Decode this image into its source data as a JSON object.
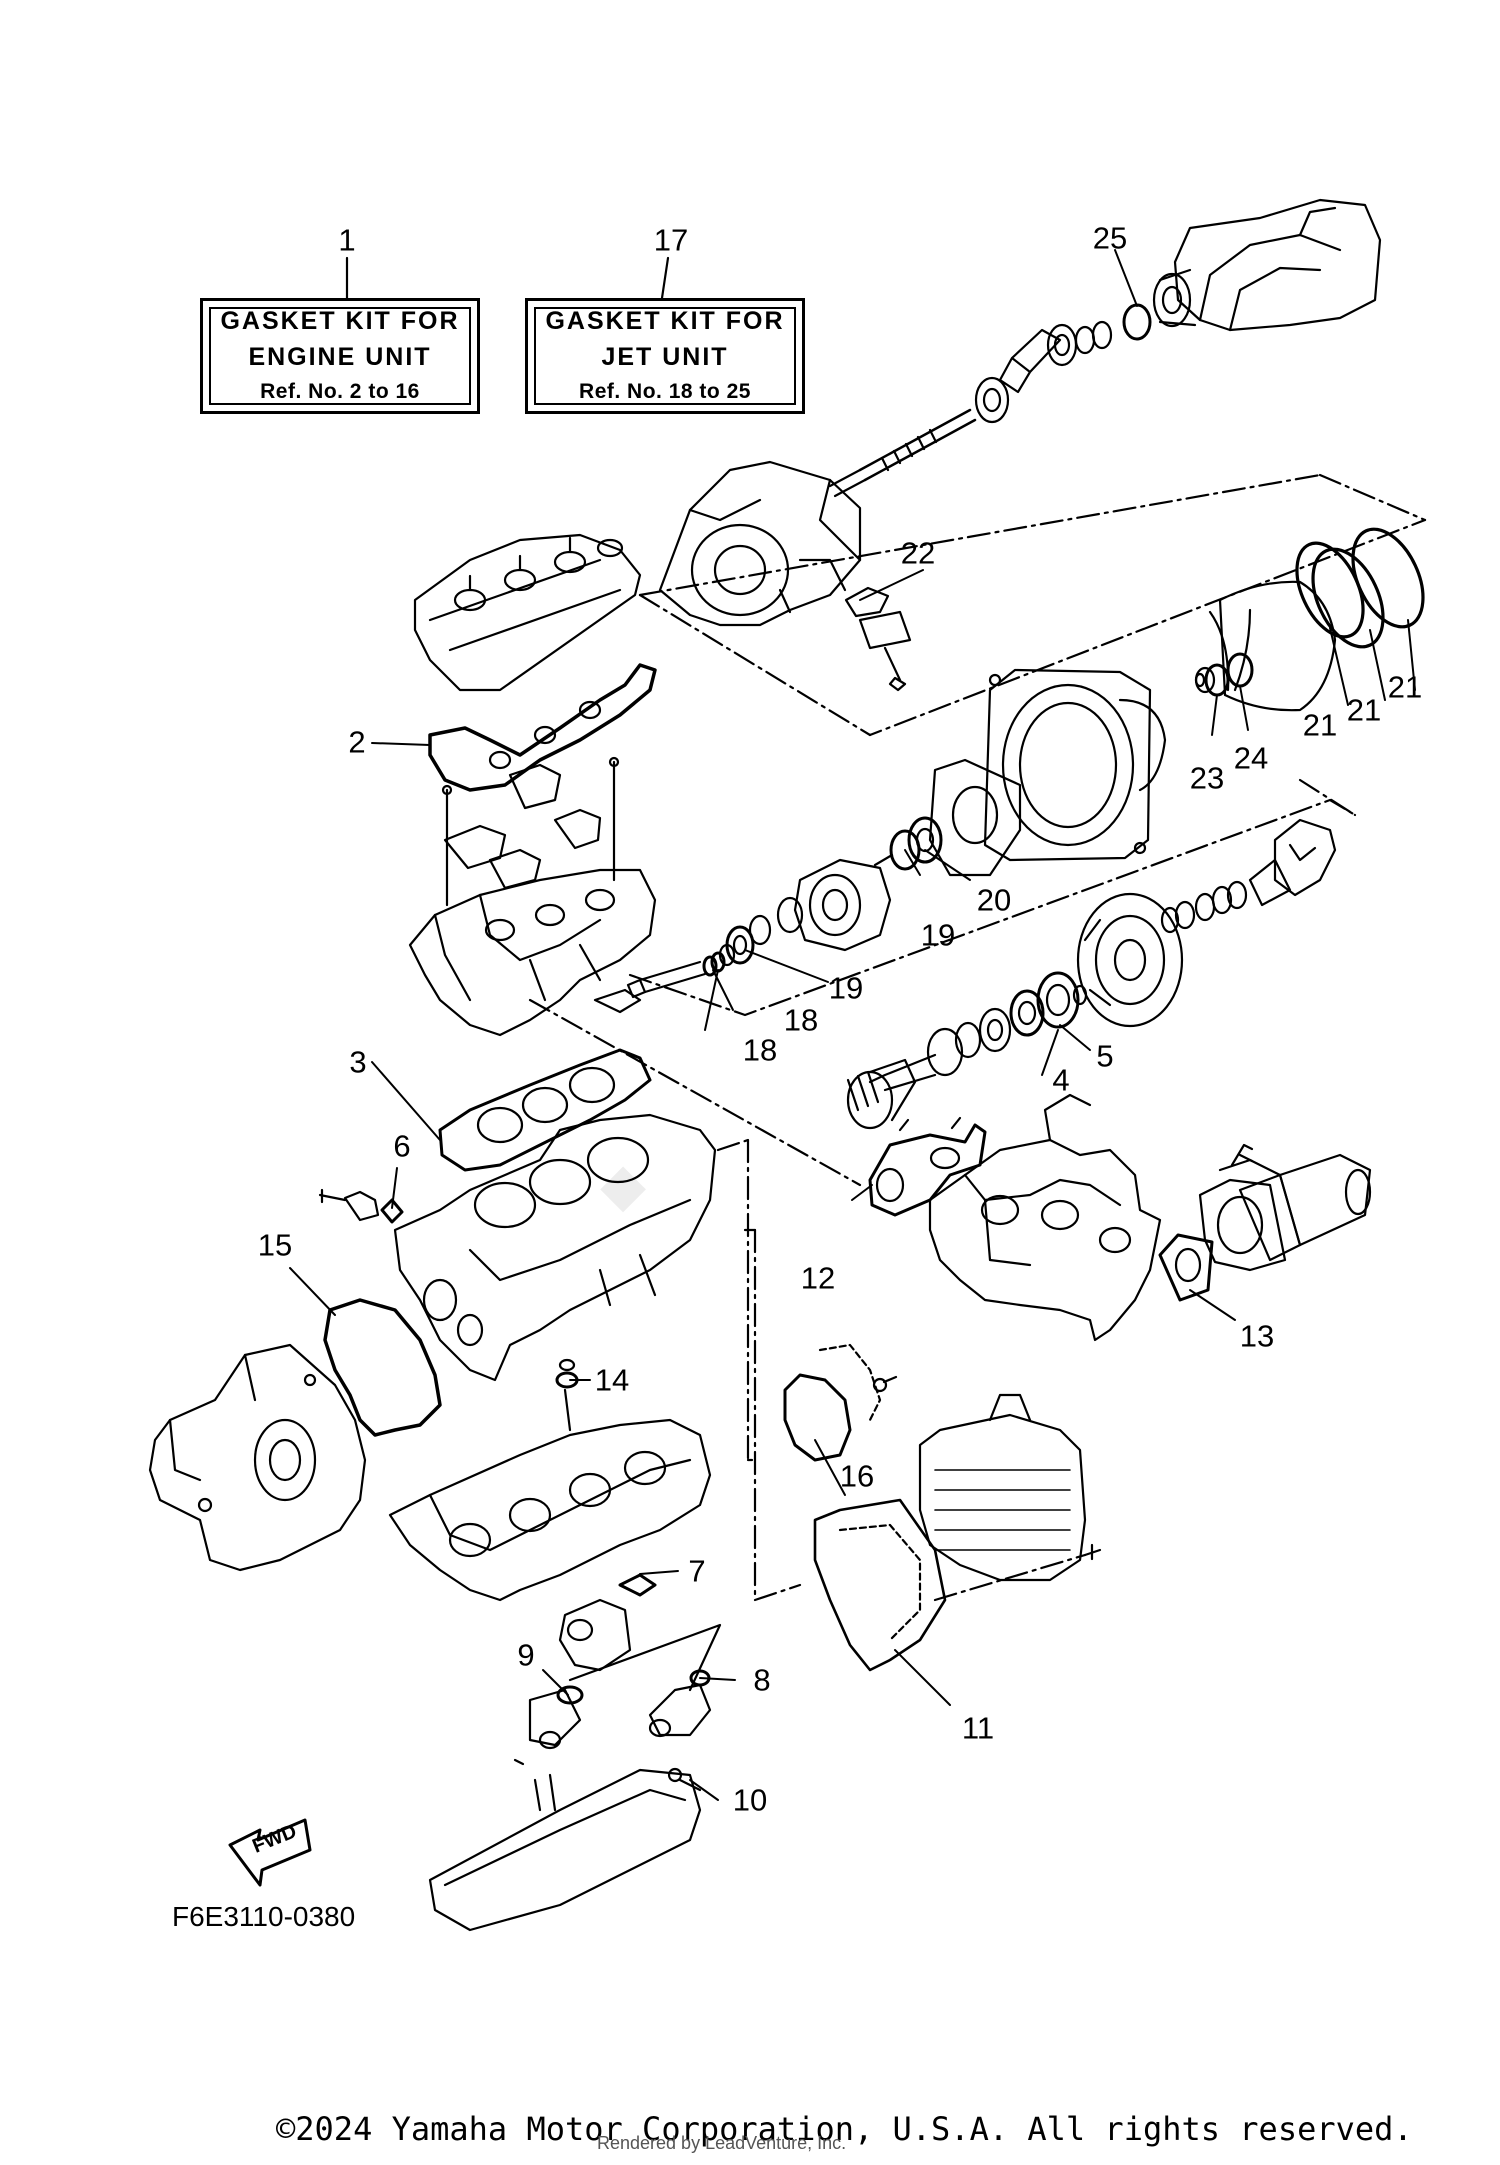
{
  "kits": [
    {
      "ref": "1",
      "line1": "GASKET KIT FOR",
      "line2": "ENGINE UNIT",
      "line3": "Ref. No. 2 to 16"
    },
    {
      "ref": "17",
      "line1": "GASKET KIT FOR",
      "line2": "JET UNIT",
      "line3": "Ref. No. 18 to 25"
    }
  ],
  "callouts": {
    "c2": "2",
    "c3": "3",
    "c4": "4",
    "c5": "5",
    "c6": "6",
    "c7": "7",
    "c8": "8",
    "c9": "9",
    "c10": "10",
    "c11": "11",
    "c12": "12",
    "c13": "13",
    "c14": "14",
    "c15": "15",
    "c16": "16",
    "c18a": "18",
    "c18b": "18",
    "c19a": "19",
    "c19b": "19",
    "c20": "20",
    "c21a": "21",
    "c21b": "21",
    "c21c": "21",
    "c22": "22",
    "c23": "23",
    "c24": "24",
    "c25": "25"
  },
  "fwd_label": "FWD",
  "diagram_code": "F6E3110-0380",
  "copyright": "©2024 Yamaha Motor Corporation, U.S.A. All rights reserved.",
  "render_note": "Rendered by LeadVenture, Inc."
}
